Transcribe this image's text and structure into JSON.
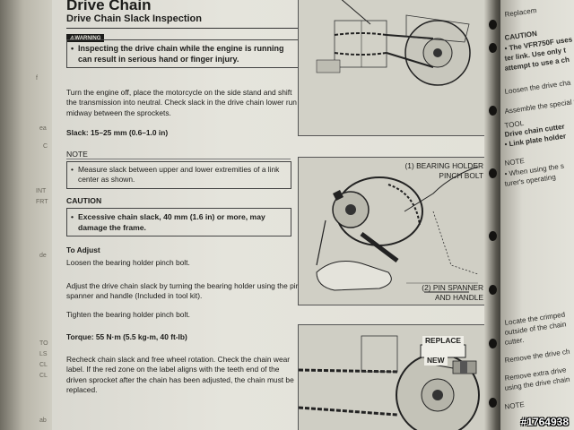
{
  "left_fragments": [
    "f",
    "ea",
    "C",
    "INT",
    "FRT",
    "de",
    "TO",
    "LS",
    "CL",
    "CL",
    "ab"
  ],
  "main": {
    "title": "Drive Chain",
    "subtitle": "Drive Chain Slack Inspection",
    "warning_tag": "⚠WARNING",
    "warning_text": "Inspecting the drive chain while the engine is running can result in serious hand or finger injury.",
    "intro": "Turn the engine off, place the motorcycle on the side stand and shift the transmission into neutral. Check slack in the drive chain lower run midway between the sprockets.",
    "slack": "Slack: 15–25 mm (0.6–1.0 in)",
    "note_label": "NOTE",
    "note_text": "Measure slack between upper and lower extremities of a link center as shown.",
    "caution_label": "CAUTION",
    "caution_text": "Excessive chain slack, 40 mm (1.6 in) or more, may damage the frame.",
    "adjust_head": "To Adjust",
    "adjust_1": "Loosen the bearing holder pinch bolt.",
    "adjust_2": "Adjust the drive chain slack by turning the bearing holder using the pin spanner and handle (Included in tool kit).",
    "adjust_3": "Tighten the bearing holder pinch bolt.",
    "torque": "Torque: 55 N·m (5.5 kg-m, 40 ft-lb)",
    "recheck": "Recheck chain slack and free wheel rotation. Check the chain wear label. If the red zone on the label aligns with the teeth end of the driven sprocket after the chain has been adjusted, the chain must be replaced."
  },
  "figures": {
    "fig2_label1": "(1) BEARING HOLDER PINCH BOLT",
    "fig2_label2": "(2) PIN SPANNER AND HANDLE",
    "fig3_replace": "REPLACE",
    "fig3_new": "NEW"
  },
  "right_page": {
    "lines": [
      "Replacem",
      "CAUTION",
      "• The VFR750F uses",
      "ter link. Use only t",
      "attempt to use a ch",
      "Loosen the drive cha",
      "Assemble the special t",
      "TOOL",
      "Drive chain cutter",
      "• Link plate holder",
      "NOTE",
      "• When using the s",
      "turer's operating",
      "Locate the crimped",
      "outside of the chain",
      "cutter.",
      "Remove the drive ch",
      "Remove extra drive",
      "using the drive chain",
      "NOTE"
    ]
  },
  "watermark": "#1764938"
}
